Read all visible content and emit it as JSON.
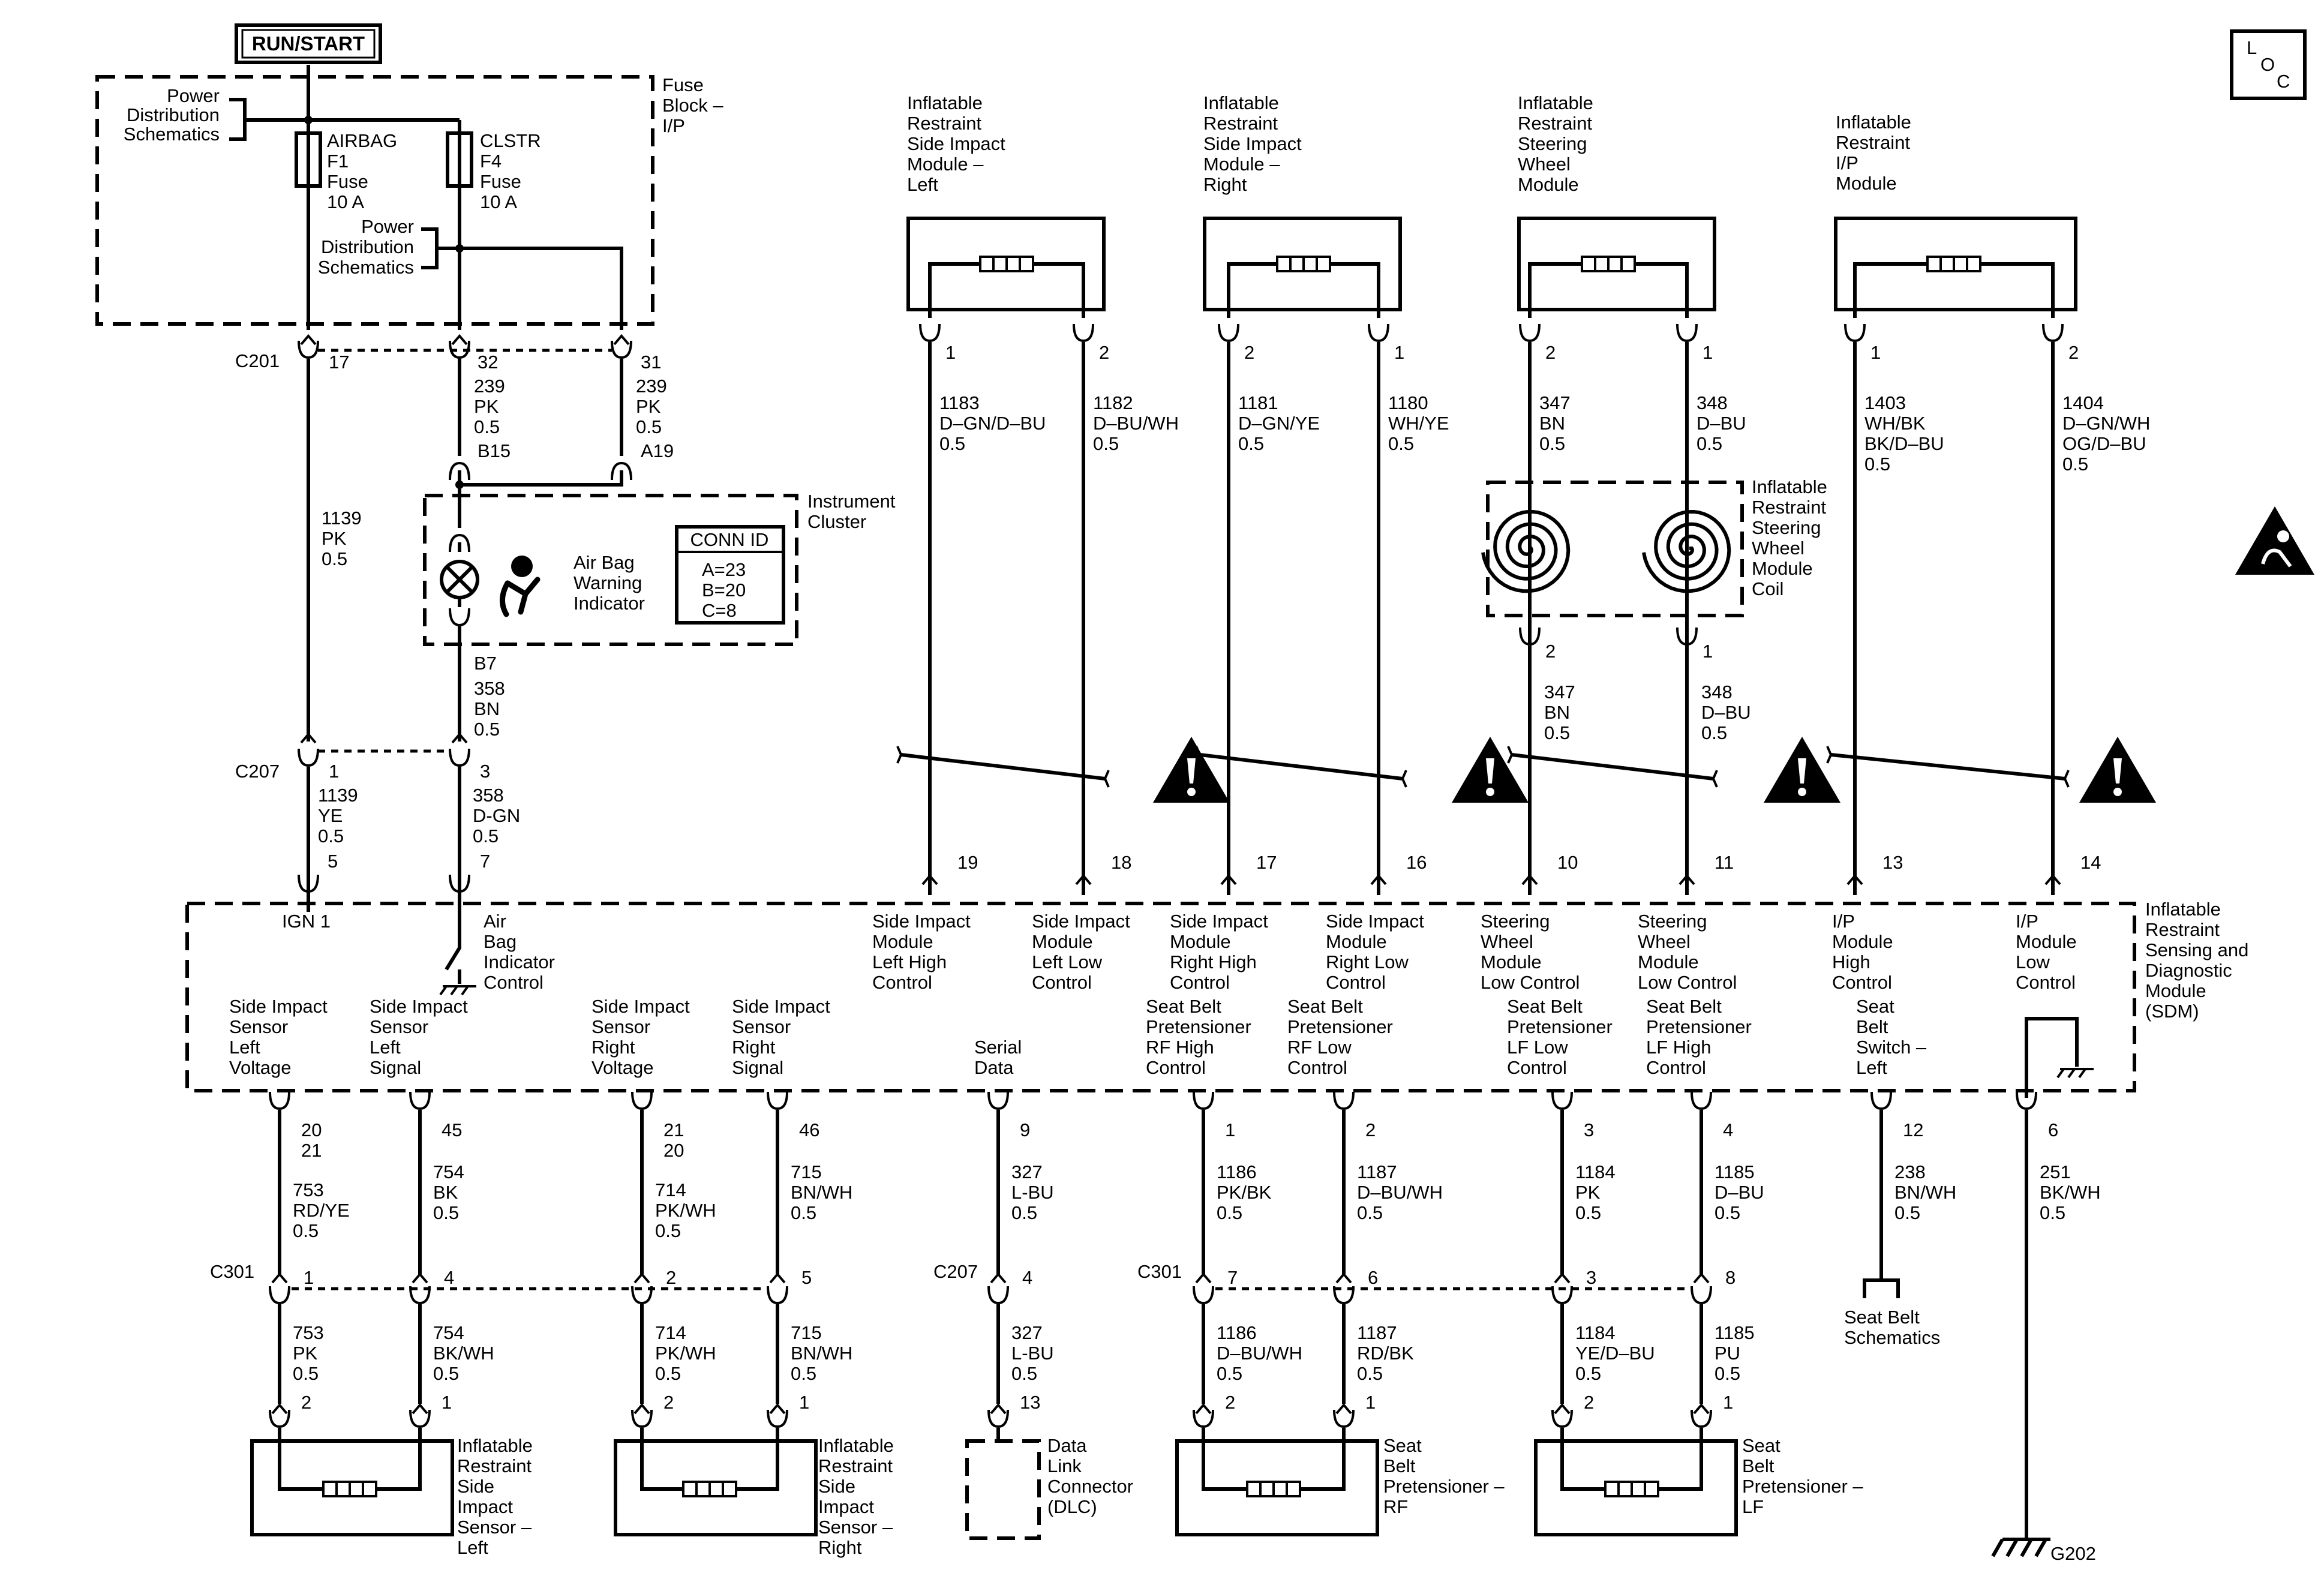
{
  "header": {
    "run_start": "RUN/START",
    "loc": [
      "L",
      "O",
      "C"
    ]
  },
  "fuse_block": {
    "title": [
      "Fuse",
      "Block –",
      "I/P"
    ],
    "pds_top": [
      "Power",
      "Distribution",
      "Schematics"
    ],
    "pds_mid": [
      "Power",
      "Distribution",
      "Schematics"
    ],
    "fuse_airbag": [
      "AIRBAG",
      "F1",
      "Fuse",
      "10 A"
    ],
    "fuse_clstr": [
      "CLSTR",
      "F4",
      "Fuse",
      "10 A"
    ]
  },
  "cluster": {
    "title": [
      "Instrument",
      "Cluster"
    ],
    "indicator": [
      "Air Bag",
      "Warning",
      "Indicator"
    ],
    "conn_id_title": "CONN ID",
    "conn_id": [
      "A=23",
      "B=20",
      "C=8"
    ]
  },
  "left_wires": {
    "c201": "C201",
    "c201_pin": "17",
    "pin32": "32",
    "pin31": "31",
    "w239a": [
      "239",
      "PK",
      "0.5"
    ],
    "w239b": [
      "239",
      "PK",
      "0.5"
    ],
    "b15": "B15",
    "a19": "A19",
    "w1139": [
      "1139",
      "PK",
      "0.5"
    ],
    "b7": "B7",
    "w358": [
      "358",
      "BN",
      "0.5"
    ],
    "c207": "C207",
    "c207_pin1": "1",
    "c207_pin3": "3",
    "w1139ye": [
      "1139",
      "YE",
      "0.5"
    ],
    "w358dgn": [
      "358",
      "D-GN",
      "0.5"
    ],
    "sdm_pin5": "5",
    "sdm_pin7": "7"
  },
  "top_modules": [
    {
      "label": [
        "Inflatable",
        "Restraint",
        "Side Impact",
        "Module –",
        "Left"
      ]
    },
    {
      "label": [
        "Inflatable",
        "Restraint",
        "Side Impact",
        "Module –",
        "Right"
      ]
    },
    {
      "label": [
        "Inflatable",
        "Restraint",
        "Steering",
        "Wheel",
        "Module"
      ]
    },
    {
      "label": [
        "Inflatable",
        "Restraint",
        "I/P",
        "Module"
      ]
    }
  ],
  "top_wires": [
    {
      "pin": "1",
      "wire": [
        "1183",
        "D–GN/D–BU",
        "0.5"
      ],
      "sdm_pin": "19"
    },
    {
      "pin": "2",
      "wire": [
        "1182",
        "D–BU/WH",
        "0.5"
      ],
      "sdm_pin": "18"
    },
    {
      "pin": "2",
      "wire": [
        "1181",
        "D–GN/YE",
        "0.5"
      ],
      "sdm_pin": "17"
    },
    {
      "pin": "1",
      "wire": [
        "1180",
        "WH/YE",
        "0.5"
      ],
      "sdm_pin": "16"
    },
    {
      "pin": "2",
      "wire": [
        "347",
        "BN",
        "0.5"
      ],
      "pin_b": "2",
      "wire_b": [
        "347",
        "BN",
        "0.5"
      ],
      "sdm_pin": "10"
    },
    {
      "pin": "1",
      "wire": [
        "348",
        "D–BU",
        "0.5"
      ],
      "pin_b": "1",
      "wire_b": [
        "348",
        "D–BU",
        "0.5"
      ],
      "sdm_pin": "11"
    },
    {
      "pin": "1",
      "wire": [
        "1403",
        "WH/BK",
        "BK/D–BU",
        "0.5"
      ],
      "sdm_pin": "13"
    },
    {
      "pin": "2",
      "wire": [
        "1404",
        "D–GN/WH",
        "OG/D–BU",
        "0.5"
      ],
      "sdm_pin": "14"
    }
  ],
  "coil": {
    "label": [
      "Inflatable",
      "Restraint",
      "Steering",
      "Wheel",
      "Module",
      "Coil"
    ]
  },
  "sdm": {
    "title": [
      "Inflatable",
      "Restraint",
      "Sensing and",
      "Diagnostic",
      "Module",
      "(SDM)"
    ],
    "ign1": "IGN 1",
    "airbag_ctrl": [
      "Air",
      "Bag",
      "Indicator",
      "Control"
    ],
    "top_labels": [
      [
        "Side Impact",
        "Module",
        "Left High",
        "Control"
      ],
      [
        "Side Impact",
        "Module",
        "Left Low",
        "Control"
      ],
      [
        "Side Impact",
        "Module",
        "Right High",
        "Control"
      ],
      [
        "Side Impact",
        "Module",
        "Right Low",
        "Control"
      ],
      [
        "Steering",
        "Wheel",
        "Module",
        "Low Control"
      ],
      [
        "Steering",
        "Wheel",
        "Module",
        "Low Control"
      ],
      [
        "I/P",
        "Module",
        "High",
        "Control"
      ],
      [
        "I/P",
        "Module",
        "Low",
        "Control"
      ]
    ],
    "bottom_labels": [
      [
        "Side Impact",
        "Sensor",
        "Left",
        "Voltage"
      ],
      [
        "Side Impact",
        "Sensor",
        "Left",
        "Signal"
      ],
      [
        "Side Impact",
        "Sensor",
        "Right",
        "Voltage"
      ],
      [
        "Side Impact",
        "Sensor",
        "Right",
        "Signal"
      ],
      [
        "Serial",
        "Data"
      ],
      [
        "Seat Belt",
        "Pretensioner",
        "RF High",
        "Control"
      ],
      [
        "Seat Belt",
        "Pretensioner",
        "RF Low",
        "Control"
      ],
      [
        "Seat Belt",
        "Pretensioner",
        "LF Low",
        "Control"
      ],
      [
        "Seat Belt",
        "Pretensioner",
        "LF High",
        "Control"
      ],
      [
        "Seat",
        "Belt",
        "Switch –",
        "Left"
      ]
    ]
  },
  "bottom_wires": [
    {
      "sdm_pin": [
        "20",
        "21"
      ],
      "wire_a": [
        "753",
        "RD/YE",
        "0.5"
      ],
      "conn_pin": "1",
      "wire_b": [
        "753",
        "PK",
        "0.5"
      ],
      "dev_pin": "2"
    },
    {
      "sdm_pin": [
        "45"
      ],
      "wire_a": [
        "754",
        "BK",
        "0.5"
      ],
      "conn_pin": "4",
      "wire_b": [
        "754",
        "BK/WH",
        "0.5"
      ],
      "dev_pin": "1"
    },
    {
      "sdm_pin": [
        "21",
        "20"
      ],
      "wire_a": [
        "714",
        "PK/WH",
        "0.5"
      ],
      "conn_pin": "2",
      "wire_b": [
        "714",
        "PK/WH",
        "0.5"
      ],
      "dev_pin": "2"
    },
    {
      "sdm_pin": [
        "46"
      ],
      "wire_a": [
        "715",
        "BN/WH",
        "0.5"
      ],
      "conn_pin": "5",
      "wire_b": [
        "715",
        "BN/WH",
        "0.5"
      ],
      "dev_pin": "1"
    },
    {
      "sdm_pin": [
        "9"
      ],
      "wire_a": [
        "327",
        "L-BU",
        "0.5"
      ],
      "conn_pin": "4",
      "wire_b": [
        "327",
        "L-BU",
        "0.5"
      ],
      "dev_pin": "13"
    },
    {
      "sdm_pin": [
        "1"
      ],
      "wire_a": [
        "1186",
        "PK/BK",
        "0.5"
      ],
      "conn_pin": "7",
      "wire_b": [
        "1186",
        "D–BU/WH",
        "0.5"
      ],
      "dev_pin": "2"
    },
    {
      "sdm_pin": [
        "2"
      ],
      "wire_a": [
        "1187",
        "D–BU/WH",
        "0.5"
      ],
      "conn_pin": "6",
      "wire_b": [
        "1187",
        "RD/BK",
        "0.5"
      ],
      "dev_pin": "1"
    },
    {
      "sdm_pin": [
        "3"
      ],
      "wire_a": [
        "1184",
        "PK",
        "0.5"
      ],
      "conn_pin": "3",
      "wire_b": [
        "1184",
        "YE/D–BU",
        "0.5"
      ],
      "dev_pin": "2"
    },
    {
      "sdm_pin": [
        "4"
      ],
      "wire_a": [
        "1185",
        "D–BU",
        "0.5"
      ],
      "conn_pin": "8",
      "wire_b": [
        "1185",
        "PU",
        "0.5"
      ],
      "dev_pin": "1"
    },
    {
      "sdm_pin": [
        "12"
      ],
      "wire_a": [
        "238",
        "BN/WH",
        "0.5"
      ]
    },
    {
      "sdm_pin": [
        "6"
      ],
      "wire_a": [
        "251",
        "BK/WH",
        "0.5"
      ]
    }
  ],
  "connectors": {
    "c301a": "C301",
    "c207b": "C207",
    "c301b": "C301"
  },
  "bottom_devices": [
    [
      "Inflatable",
      "Restraint",
      "Side",
      "Impact",
      "Sensor –",
      "Left"
    ],
    [
      "Inflatable",
      "Restraint",
      "Side",
      "Impact",
      "Sensor –",
      "Right"
    ],
    [
      "Data",
      "Link",
      "Connector",
      "(DLC)"
    ],
    [
      "Seat",
      "Belt",
      "Pretensioner –",
      "RF"
    ],
    [
      "Seat",
      "Belt",
      "Pretensioner –",
      "LF"
    ]
  ],
  "seat_belt_schem": [
    "Seat Belt",
    "Schematics"
  ],
  "ground": "G202",
  "icons": {
    "warning": "warning-triangle-icon",
    "airbag": "airbag-icon",
    "bulb": "bulb-icon",
    "resistor": "squib-resistor-icon",
    "coil": "clockspring-coil-icon",
    "ground": "ground-icon"
  }
}
